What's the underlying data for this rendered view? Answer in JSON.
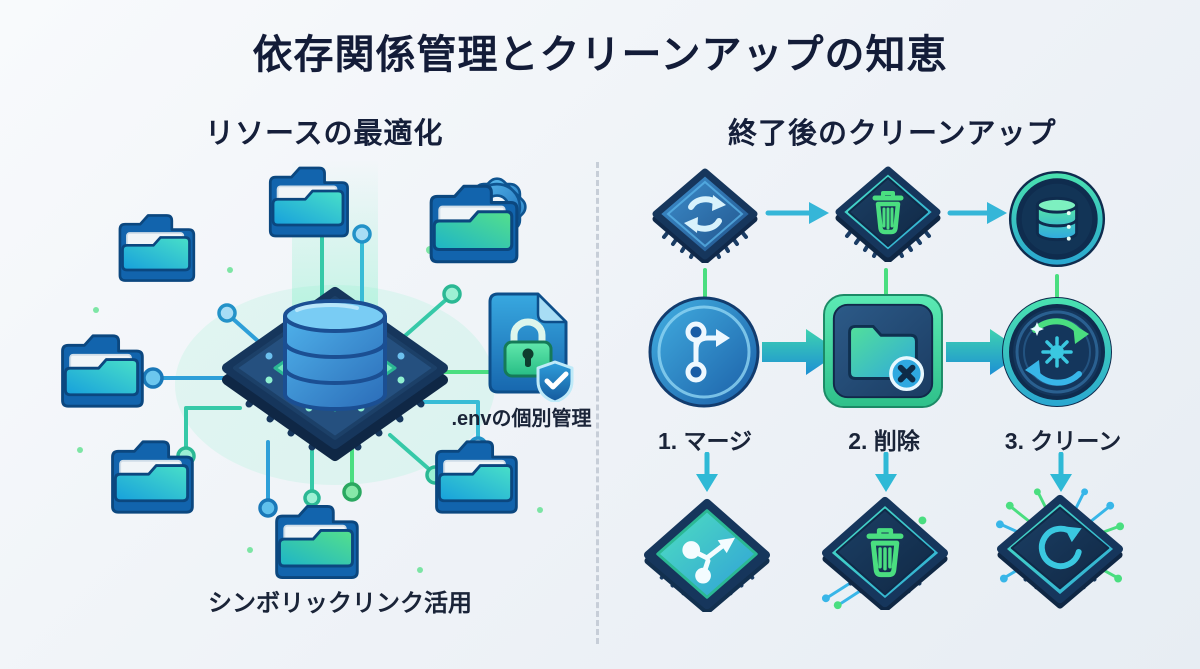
{
  "title": "依存関係管理とクリーンアップの知恵",
  "left": {
    "heading": "リソースの最適化",
    "env_label": ".envの個別管理",
    "symlink_label": "シンボリックリンク活用"
  },
  "right": {
    "heading": "終了後のクリーンアップ",
    "steps": [
      {
        "num_label": "1. マージ"
      },
      {
        "num_label": "2. 削除"
      },
      {
        "num_label": "3. クリーン"
      }
    ]
  },
  "icons": {
    "left_cluster": [
      "folder-icon",
      "folder-icon",
      "folder-icon",
      "gear-icon",
      "folder-icon",
      "folder-icon",
      "folder-icon",
      "folder-icon",
      "database-chip-icon",
      "env-lock-document-icon",
      "shield-check-icon"
    ],
    "right_top_row": [
      "sync-chip-icon",
      "trash-chip-icon",
      "database-circle-icon"
    ],
    "right_middle_row": [
      "git-merge-circle-icon",
      "folder-delete-icon",
      "clean-cycle-icon"
    ],
    "right_bottom_row": [
      "merge-chip-icon",
      "trash-chip-icon",
      "refresh-chip-icon"
    ]
  },
  "colors": {
    "background": "#eef2f7",
    "title_text": "#131c38",
    "teal": "#3ed0a8",
    "green": "#4ade80",
    "blue": "#2196d6",
    "navy": "#1c3d66",
    "divider": "#c7ced8"
  }
}
